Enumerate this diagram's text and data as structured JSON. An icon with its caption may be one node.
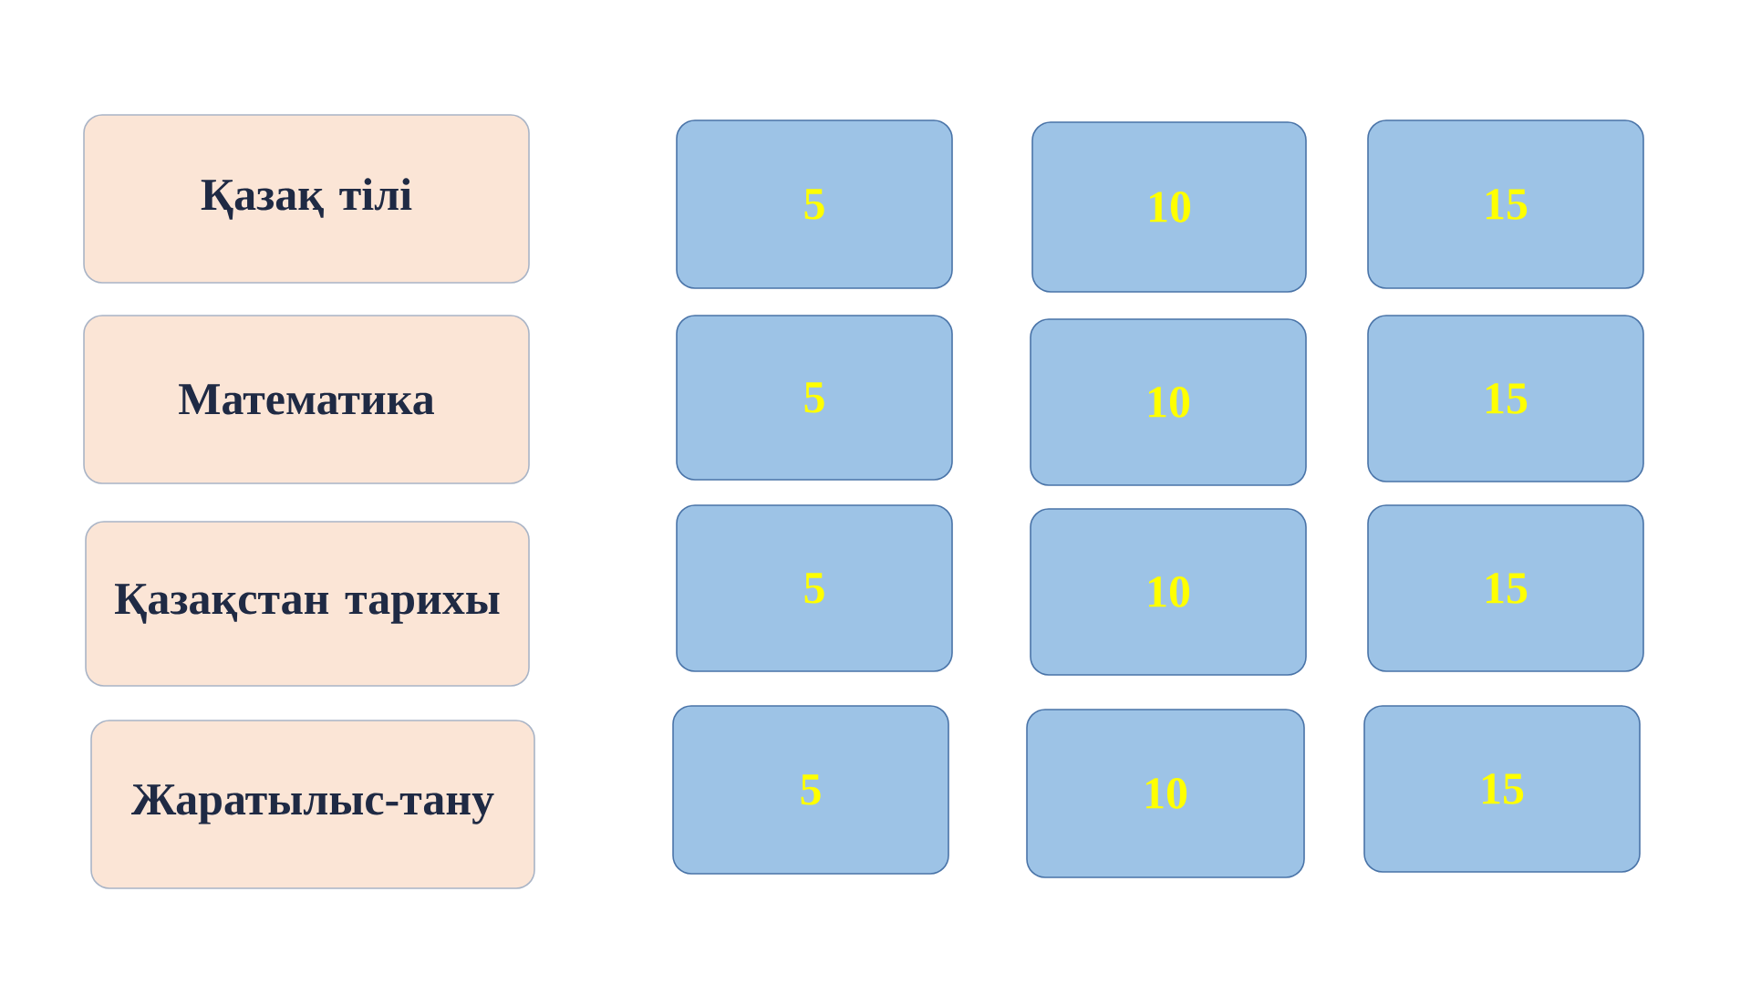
{
  "diagram": {
    "nodes": [
      {
        "text": [
          "Қазақ тілі"
        ]
      },
      {
        "text": [
          "5"
        ]
      },
      {
        "text": [
          "10"
        ]
      },
      {
        "text": [
          "15"
        ]
      },
      {
        "text": [
          "Математика"
        ]
      },
      {
        "text": [
          "5"
        ]
      },
      {
        "text": [
          "10"
        ]
      },
      {
        "text": [
          "15"
        ]
      },
      {
        "text": [
          "Қазақстан тарихы"
        ]
      },
      {
        "text": [
          "5"
        ]
      },
      {
        "text": [
          "10"
        ]
      },
      {
        "text": [
          "15"
        ]
      },
      {
        "text": [
          "Жаратылыс-тану"
        ]
      },
      {
        "text": [
          "5"
        ]
      },
      {
        "text": [
          "10"
        ]
      },
      {
        "text": [
          "15"
        ]
      }
    ]
  }
}
